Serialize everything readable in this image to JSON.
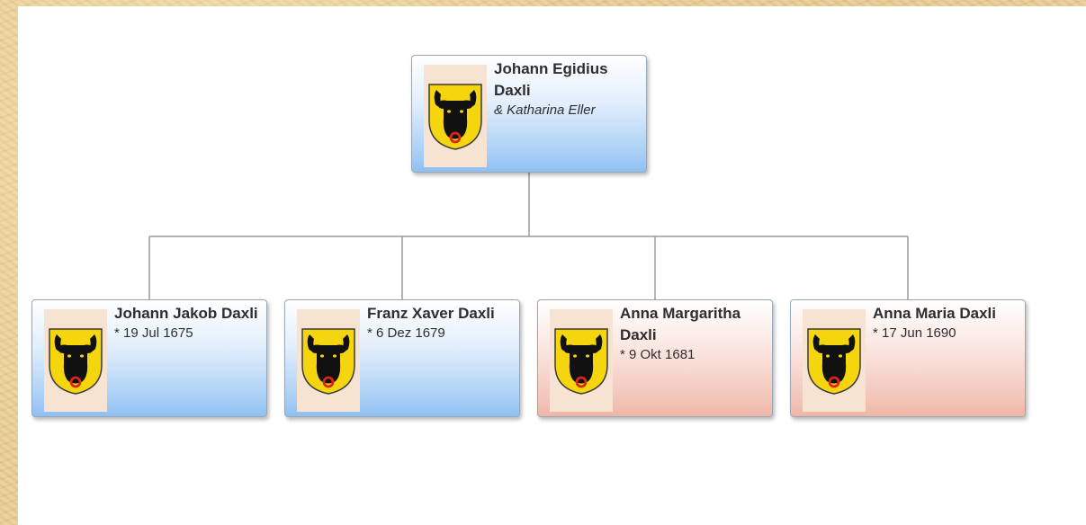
{
  "tree": {
    "root": {
      "name": "Johann Egidius Daxli",
      "detail": "& Katharina Eller",
      "gender": "male",
      "crest_icon": "uri-bull-coat-of-arms"
    },
    "children": [
      {
        "name": "Johann Jakob Daxli",
        "detail": "* 19 Jul 1675",
        "gender": "male",
        "crest_icon": "uri-bull-coat-of-arms"
      },
      {
        "name": "Franz Xaver Daxli",
        "detail": "* 6 Dez 1679",
        "gender": "male",
        "crest_icon": "uri-bull-coat-of-arms"
      },
      {
        "name": "Anna Margaritha Daxli",
        "detail": "* 9 Okt 1681",
        "gender": "female",
        "crest_icon": "uri-bull-coat-of-arms"
      },
      {
        "name": "Anna Maria Daxli",
        "detail": "* 17 Jun 1690",
        "gender": "female",
        "crest_icon": "uri-bull-coat-of-arms"
      }
    ]
  },
  "colors": {
    "male_card": "#a8cef6",
    "female_card": "#f3c5b9",
    "connector": "#9a9a9a",
    "crest_shield": "#f5d60e",
    "crest_bull": "#111111",
    "crest_nose_ring": "#d8261c"
  }
}
